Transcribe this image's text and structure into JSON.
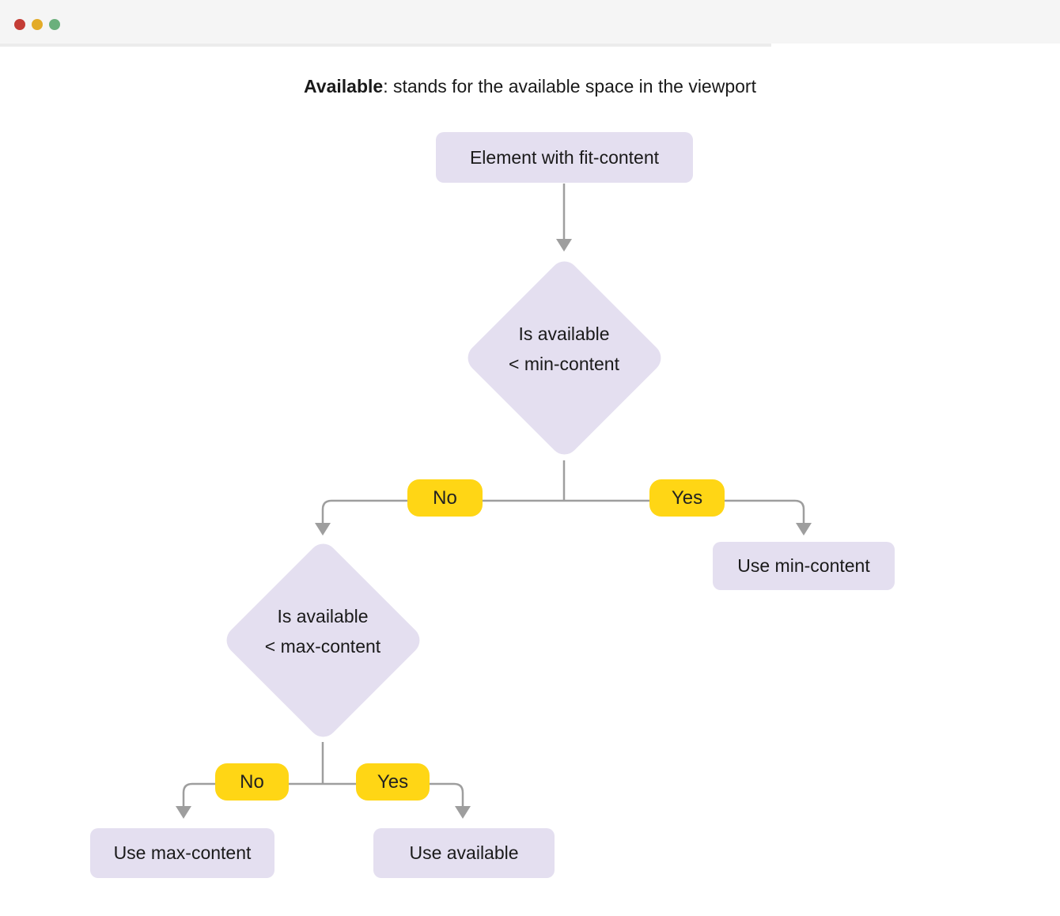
{
  "window": {
    "controls": [
      {
        "name": "close",
        "color": "#c43d36"
      },
      {
        "name": "minimize",
        "color": "#e3ab28"
      },
      {
        "name": "zoom",
        "color": "#6bb07c"
      }
    ],
    "titlebar_color": "#f5f5f5"
  },
  "caption": {
    "term": "Available",
    "rest": ": stands for the available space in the viewport"
  },
  "flowchart": {
    "nodes": {
      "start": {
        "label": "Element with fit-content"
      },
      "decision1": {
        "line1": "Is available",
        "line2": "< min-content"
      },
      "decision2": {
        "line1": "Is available",
        "line2": "< max-content"
      },
      "use_min": {
        "label": "Use min-content"
      },
      "use_max": {
        "label": "Use max-content"
      },
      "use_available": {
        "label": "Use available"
      }
    },
    "edge_labels": {
      "decision1_no": "No",
      "decision1_yes": "Yes",
      "decision2_no": "No",
      "decision2_yes": "Yes"
    },
    "colors": {
      "node_fill": "#e4dff0",
      "edge_label_fill": "#ffd615",
      "connector": "#9e9e9e",
      "text": "#1a1a1a"
    }
  }
}
